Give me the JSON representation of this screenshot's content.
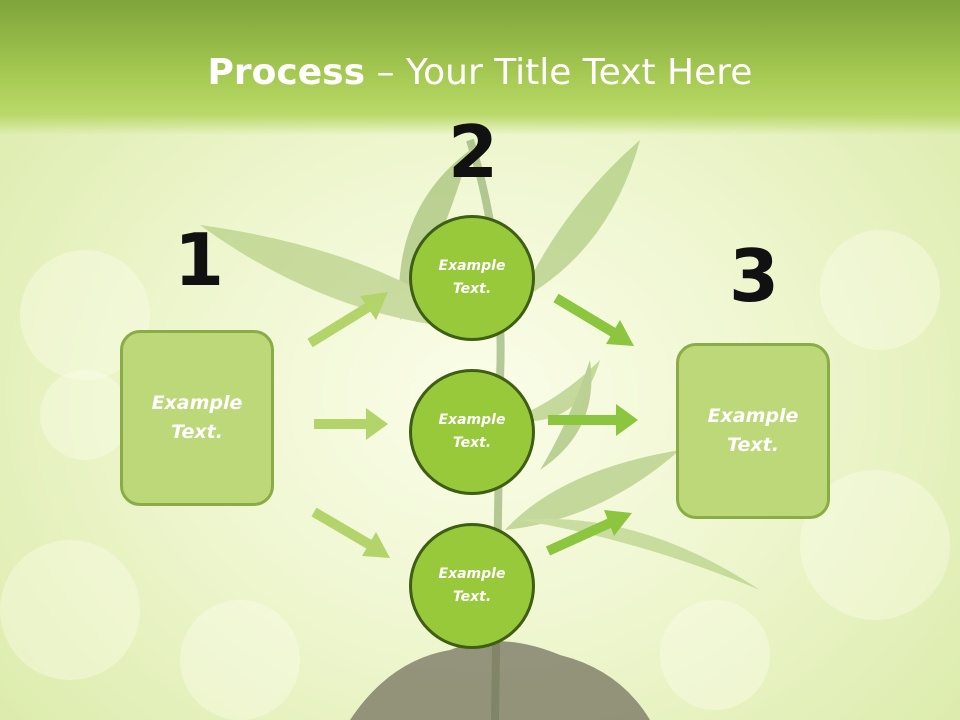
{
  "title": {
    "bold": "Process",
    "rest": " – Your Title Text Here"
  },
  "steps": [
    {
      "number": "1",
      "text": "Example\nText."
    },
    {
      "number": "2",
      "nodes": [
        "Example\nText.",
        "Example\nText.",
        "Example\nText."
      ]
    },
    {
      "number": "3",
      "text": "Example\nText."
    }
  ],
  "colors": {
    "title_band": "#a9cc55",
    "box_fill": "#bcd878",
    "circle_fill": "#97c93a",
    "circle_border": "#3e5e14",
    "arrow_light": "#b3d46a",
    "arrow_bright": "#8cc63f"
  }
}
